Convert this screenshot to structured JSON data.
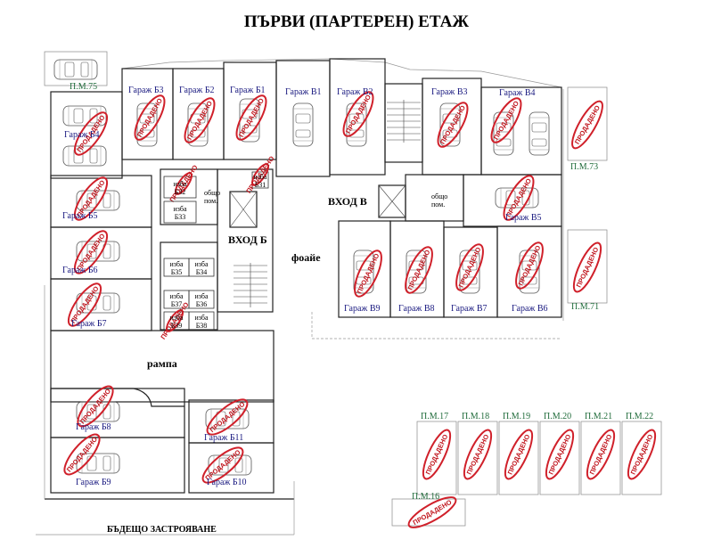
{
  "title": "ПЪРВИ  (ПАРТЕРЕН)  ЕТАЖ",
  "sold_label": "ПРОДАДЕНО",
  "colors": {
    "sold": "#d0202a",
    "garage_label": "#1a1a80",
    "parking_label": "#1f6b3a",
    "wall": "#222222"
  },
  "labels": {
    "entrance_v": "ВХОД В",
    "entrance_b": "ВХОД Б",
    "foyer": "фоайе",
    "ramp": "рампа",
    "future": "БЪДЕЩО ЗАСТРОЯВАНЕ",
    "common1a": "общо",
    "common1b": "пом.",
    "common2a": "общо",
    "common2b": "пом."
  },
  "garages": [
    {
      "id": "g-b3",
      "label": "Гараж Б3",
      "sold": true
    },
    {
      "id": "g-b2",
      "label": "Гараж Б2",
      "sold": true
    },
    {
      "id": "g-b1",
      "label": "Гараж Б1",
      "sold": true
    },
    {
      "id": "g-v1",
      "label": "Гараж В1",
      "sold": false
    },
    {
      "id": "g-v2",
      "label": "Гараж В2",
      "sold": true
    },
    {
      "id": "g-v3",
      "label": "Гараж В3",
      "sold": true
    },
    {
      "id": "g-v4",
      "label": "Гараж В4",
      "sold": true
    },
    {
      "id": "g-b4",
      "label": "Гараж Б4",
      "sold": true
    },
    {
      "id": "g-b5",
      "label": "Гараж Б5",
      "sold": true
    },
    {
      "id": "g-b6",
      "label": "Гараж Б6",
      "sold": true
    },
    {
      "id": "g-b7",
      "label": "Гараж Б7",
      "sold": true
    },
    {
      "id": "g-v5",
      "label": "Гараж В5",
      "sold": true
    },
    {
      "id": "g-v9",
      "label": "Гараж В9",
      "sold": true
    },
    {
      "id": "g-v8",
      "label": "Гараж В8",
      "sold": true
    },
    {
      "id": "g-v7",
      "label": "Гараж В7",
      "sold": true
    },
    {
      "id": "g-v6",
      "label": "Гараж В6",
      "sold": true
    },
    {
      "id": "g-b8",
      "label": "Гараж Б8",
      "sold": true
    },
    {
      "id": "g-b9",
      "label": "Гараж Б9",
      "sold": true
    },
    {
      "id": "g-b11",
      "label": "Гараж Б11",
      "sold": true
    },
    {
      "id": "g-b10",
      "label": "Гараж Б10",
      "sold": true
    }
  ],
  "cellars": [
    {
      "id": "c-b31",
      "l1": "изба",
      "l2": "Б31",
      "sold": true
    },
    {
      "id": "c-b32",
      "l1": "изба",
      "l2": "Б32",
      "sold": true
    },
    {
      "id": "c-b33",
      "l1": "изба",
      "l2": "Б33",
      "sold": false
    },
    {
      "id": "c-b35",
      "l1": "изба",
      "l2": "Б35",
      "sold": false
    },
    {
      "id": "c-b34",
      "l1": "изба",
      "l2": "Б34",
      "sold": false
    },
    {
      "id": "c-b37",
      "l1": "изба",
      "l2": "Б37",
      "sold": false
    },
    {
      "id": "c-b36",
      "l1": "изба",
      "l2": "Б36",
      "sold": false
    },
    {
      "id": "c-b39",
      "l1": "изба",
      "l2": "Б39",
      "sold": true
    },
    {
      "id": "c-b38",
      "l1": "изба",
      "l2": "Б38",
      "sold": false
    }
  ],
  "parking": [
    {
      "id": "p-75",
      "label": "П.М.75",
      "sold": false
    },
    {
      "id": "p-73",
      "label": "П.М.73",
      "sold": true
    },
    {
      "id": "p-71",
      "label": "П.М.71",
      "sold": true
    },
    {
      "id": "p-17",
      "label": "П.М.17",
      "sold": true
    },
    {
      "id": "p-18",
      "label": "П.М.18",
      "sold": true
    },
    {
      "id": "p-19",
      "label": "П.М.19",
      "sold": true
    },
    {
      "id": "p-20",
      "label": "П.М.20",
      "sold": true
    },
    {
      "id": "p-21",
      "label": "П.М.21",
      "sold": true
    },
    {
      "id": "p-22",
      "label": "П.М.22",
      "sold": true
    },
    {
      "id": "p-16",
      "label": "П.М.16",
      "sold": true
    }
  ]
}
